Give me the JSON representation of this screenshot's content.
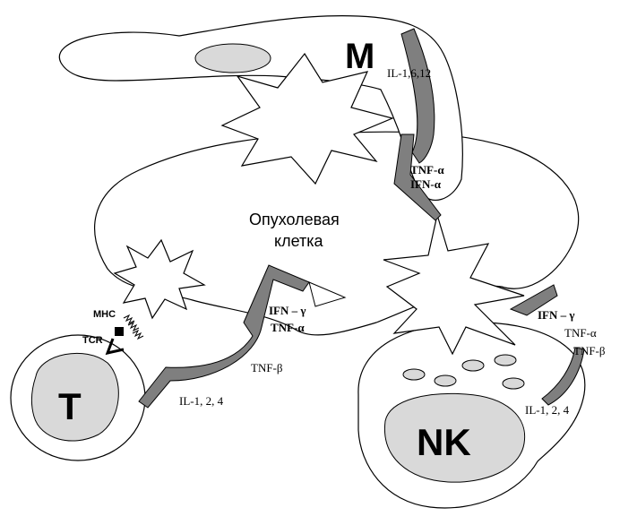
{
  "cells": {
    "macrophage": {
      "label": "M"
    },
    "tumor": {
      "label_line1": "Опухолевая",
      "label_line2": "клетка"
    },
    "t_cell": {
      "label": "T"
    },
    "nk_cell": {
      "label": "NK"
    }
  },
  "receptors": {
    "mhc": "MHC",
    "tcr": "TCR"
  },
  "cytokines": {
    "macrophage_secreted": "IL-1,6,12",
    "macrophage_tnf": "TNF-α",
    "macrophage_ifn": "IFN-α",
    "t_ifn": "IFN – γ",
    "t_tnf_a": "TNF-α",
    "t_tnf_b": "TNF-β",
    "t_il": "IL-1, 2, 4",
    "nk_ifn": "IFN – γ",
    "nk_tnf_a": "TNF-α",
    "nk_tnf_b": "TNF-β",
    "nk_il": "IL-1, 2, 4"
  },
  "colors": {
    "outline": "#000000",
    "nucleus_fill": "#d9d9d9",
    "arrow_fill": "#7f7f7f",
    "background": "#ffffff"
  }
}
